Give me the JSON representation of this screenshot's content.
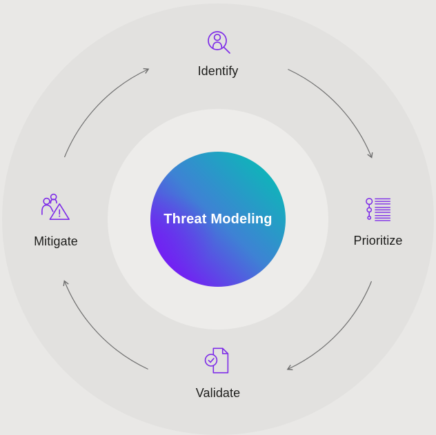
{
  "diagram": {
    "title": "Threat Modeling",
    "cycle_direction": "clockwise",
    "stages": [
      {
        "label": "Identify",
        "position": "top",
        "icon": "user-search-icon"
      },
      {
        "label": "Prioritize",
        "position": "right",
        "icon": "ranked-list-icon"
      },
      {
        "label": "Validate",
        "position": "bottom",
        "icon": "document-check-icon"
      },
      {
        "label": "Mitigate",
        "position": "left",
        "icon": "users-warning-icon"
      }
    ],
    "colors": {
      "page_background": "#e9e8e6",
      "outer_ring": "#e2e1df",
      "inner_ring": "#edecea",
      "icon_accent": "#7d2be8",
      "arrow": "#6d6d6d",
      "label_text": "#1c1c1a",
      "title_text": "#ffffff",
      "gradient_teal": "#06beb4",
      "gradient_blue": "#3e82d4",
      "gradient_purple": "#7a12f7"
    }
  }
}
